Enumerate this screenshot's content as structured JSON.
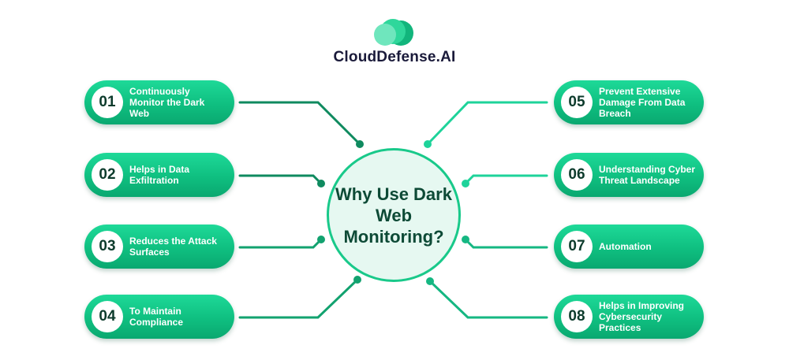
{
  "brand": {
    "name": "CloudDefense.AI",
    "icon": "cloud-icon",
    "colors": {
      "primary": "#19c98a",
      "dark": "#0d4a36",
      "text": "#1a1a3a"
    }
  },
  "center": {
    "title": "Why Use Dark Web Monitoring?"
  },
  "items": [
    {
      "number": "01",
      "label": "Continuously Monitor the Dark Web"
    },
    {
      "number": "02",
      "label": "Helps in Data Exfiltration"
    },
    {
      "number": "03",
      "label": "Reduces the Attack Surfaces"
    },
    {
      "number": "04",
      "label": "To Maintain Compliance"
    },
    {
      "number": "05",
      "label": "Prevent Extensive Damage From Data Breach"
    },
    {
      "number": "06",
      "label": "Understanding Cyber Threat Landscape"
    },
    {
      "number": "07",
      "label": "Automation"
    },
    {
      "number": "08",
      "label": "Helps in Improving Cybersecurity Practices"
    }
  ]
}
